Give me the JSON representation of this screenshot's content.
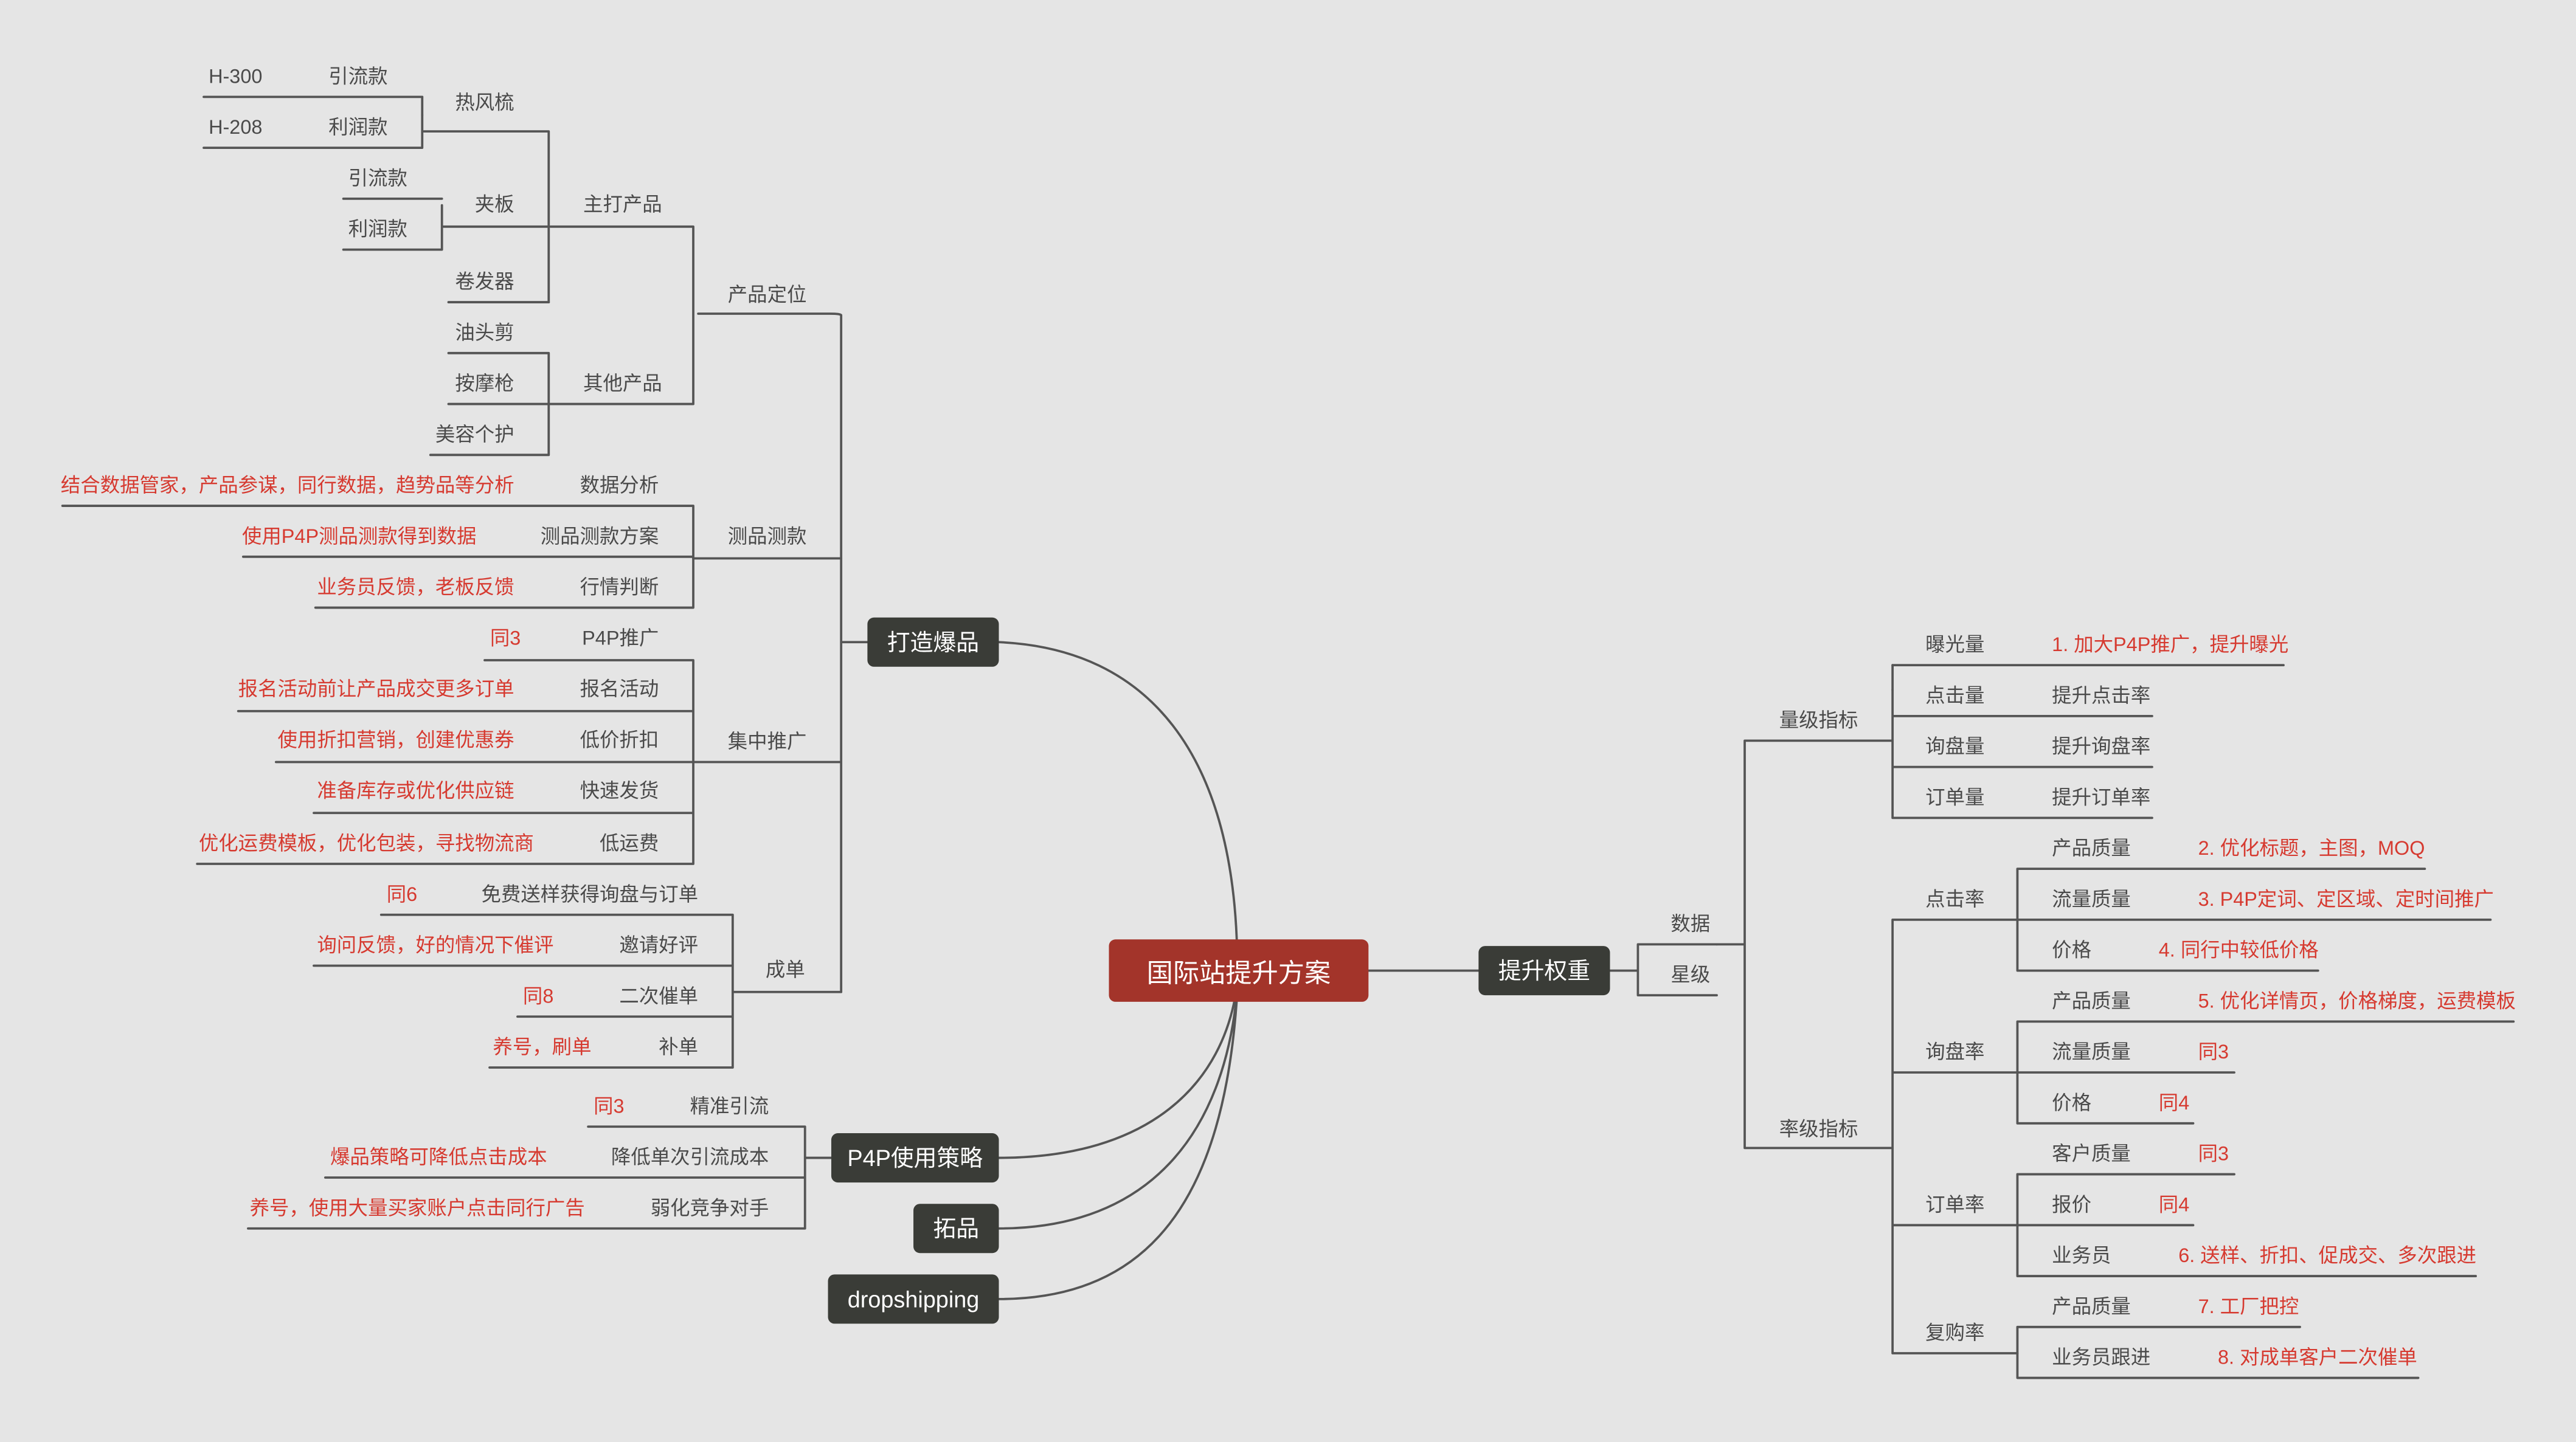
{
  "root": "国际站提升方案",
  "left": {
    "bk": "打造爆品",
    "cp": "产品定位",
    "zd": "主打产品",
    "rf": "热风梳",
    "h300": "H-300",
    "yl1": "引流款",
    "h208": "H-208",
    "lr1": "利润款",
    "jb": "夹板",
    "yl2": "引流款",
    "lr2": "利润款",
    "jf": "卷发器",
    "qt": "其他产品",
    "yt": "油头剪",
    "am": "按摩枪",
    "mr": "美容个护",
    "cs": "测品测款",
    "sj": "数据分析",
    "sj_n": "结合数据管家，产品参谋，同行数据，趋势品等分析",
    "cf": "测品测款方案",
    "cf_n": "使用P4P测品测款得到数据",
    "hq": "行情判断",
    "hq_n": "业务员反馈，老板反馈",
    "jz": "集中推广",
    "p4": "P4P推广",
    "p4_n": "同3",
    "bm": "报名活动",
    "bm_n": "报名活动前让产品成交更多订单",
    "dj": "低价折扣",
    "dj_n": "使用折扣营销，创建优惠券",
    "ks": "快速发货",
    "ks_n": "准备库存或优化供应链",
    "dy": "低运费",
    "dy_n": "优化运费模板，优化包装，寻找物流商",
    "cd": "成单",
    "mf": "免费送样获得询盘与订单",
    "mf_n": "同6",
    "yq": "邀请好评",
    "yq_n": "询问反馈，好的情况下催评",
    "ec": "二次催单",
    "ec_n": "同8",
    "bd": "补单",
    "bd_n": "养号，刷单",
    "p4p": "P4P使用策略",
    "jq": "精准引流",
    "jq_n": "同3",
    "jd": "降低单次引流成本",
    "jd_n": "爆品策略可降低点击成本",
    "rh": "弱化竞争对手",
    "rh_n": "养号，使用大量买家账户点击同行广告",
    "tp": "拓品",
    "ds": "dropshipping"
  },
  "right": {
    "ts": "提升权重",
    "sj": "数据",
    "xj": "星级",
    "ljzb": "量级指标",
    "bg": "曝光量",
    "bg_n": "1. 加大P4P推广，提升曝光",
    "dj": "点击量",
    "dj_c": "提升点击率",
    "xp": "询盘量",
    "xp_c": "提升询盘率",
    "dd": "订单量",
    "dd_c": "提升订单率",
    "lzb": "率级指标",
    "djl": "点击率",
    "djl_cp": "产品质量",
    "djl_cp_n": "2. 优化标题，主图，MOQ",
    "djl_ll": "流量质量",
    "djl_ll_n": "3. P4P定词、定区域、定时间推广",
    "djl_jg": "价格",
    "djl_jg_n": "4. 同行中较低价格",
    "xpl": "询盘率",
    "xpl_cp": "产品质量",
    "xpl_cp_n": "5. 优化详情页，价格梯度，运费模板",
    "xpl_ll": "流量质量",
    "xpl_ll_n": "同3",
    "xpl_jg": "价格",
    "xpl_jg_n": "同4",
    "ddl": "订单率",
    "ddl_kh": "客户质量",
    "ddl_kh_n": "同3",
    "ddl_bj": "报价",
    "ddl_bj_n": "同4",
    "ddl_yw": "业务员",
    "ddl_yw_n": "6. 送样、折扣、促成交、多次跟进",
    "fgl": "复购率",
    "fgl_cp": "产品质量",
    "fgl_cp_n": "7. 工厂把控",
    "fgl_gj": "业务员跟进",
    "fgl_gj_n": "8. 对成单客户二次催单"
  }
}
